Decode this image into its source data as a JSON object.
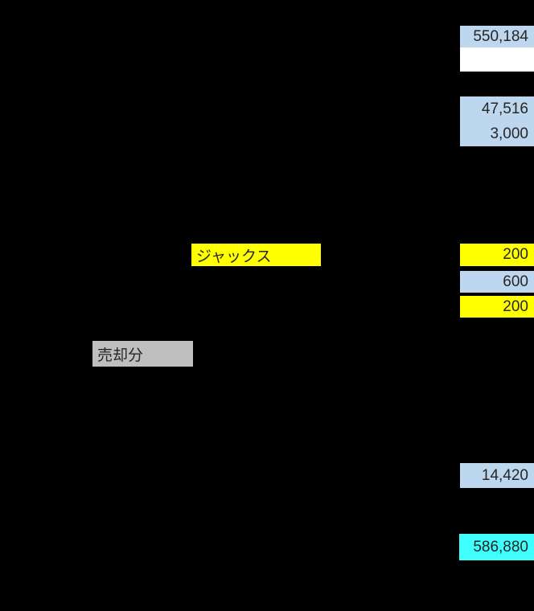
{
  "spreadsheet": {
    "cells": {
      "total_top": {
        "value": "550,184",
        "bg": "#BDD7EE"
      },
      "blank": {
        "value": "",
        "bg": "#FFFFFF"
      },
      "sub_amount_1": {
        "value": "47,516",
        "bg": "#BDD7EE"
      },
      "sub_amount_2": {
        "value": "3,000",
        "bg": "#BDD7EE"
      },
      "vendor_label": {
        "value": "ジャックス",
        "bg": "#FFFF00"
      },
      "amount_200_a": {
        "value": "200",
        "bg": "#FFFF00"
      },
      "amount_600": {
        "value": "600",
        "bg": "#BDD7EE"
      },
      "amount_200_b": {
        "value": "200",
        "bg": "#FFFF00"
      },
      "sale_label": {
        "value": "売却分",
        "bg": "#BFBFBF"
      },
      "amount_14420": {
        "value": "14,420",
        "bg": "#BDD7EE"
      },
      "grand_total": {
        "value": "586,880",
        "bg": "#3FFFFF"
      }
    }
  },
  "colors": {
    "background": "#000000",
    "highlight_blue": "#BDD7EE",
    "highlight_yellow": "#FFFF00",
    "highlight_gray": "#BFBFBF",
    "highlight_cyan": "#3FFFFF",
    "cell_white": "#FFFFFF",
    "text": "#262626"
  }
}
